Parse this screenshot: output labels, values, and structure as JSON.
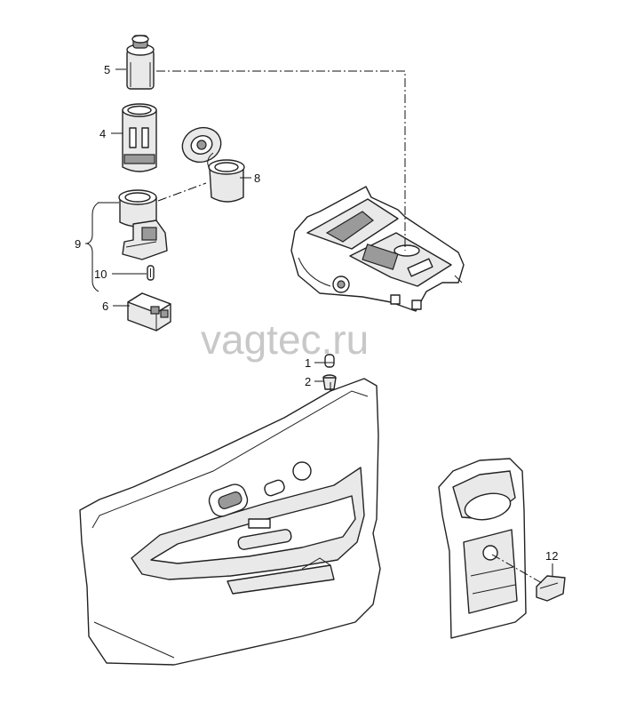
{
  "watermark": "vagtec.ru",
  "callouts": {
    "c1": "1",
    "c2": "2",
    "c4": "4",
    "c5": "5",
    "c6": "6",
    "c8": "8",
    "c9": "9",
    "c10": "10",
    "c12": "12"
  }
}
